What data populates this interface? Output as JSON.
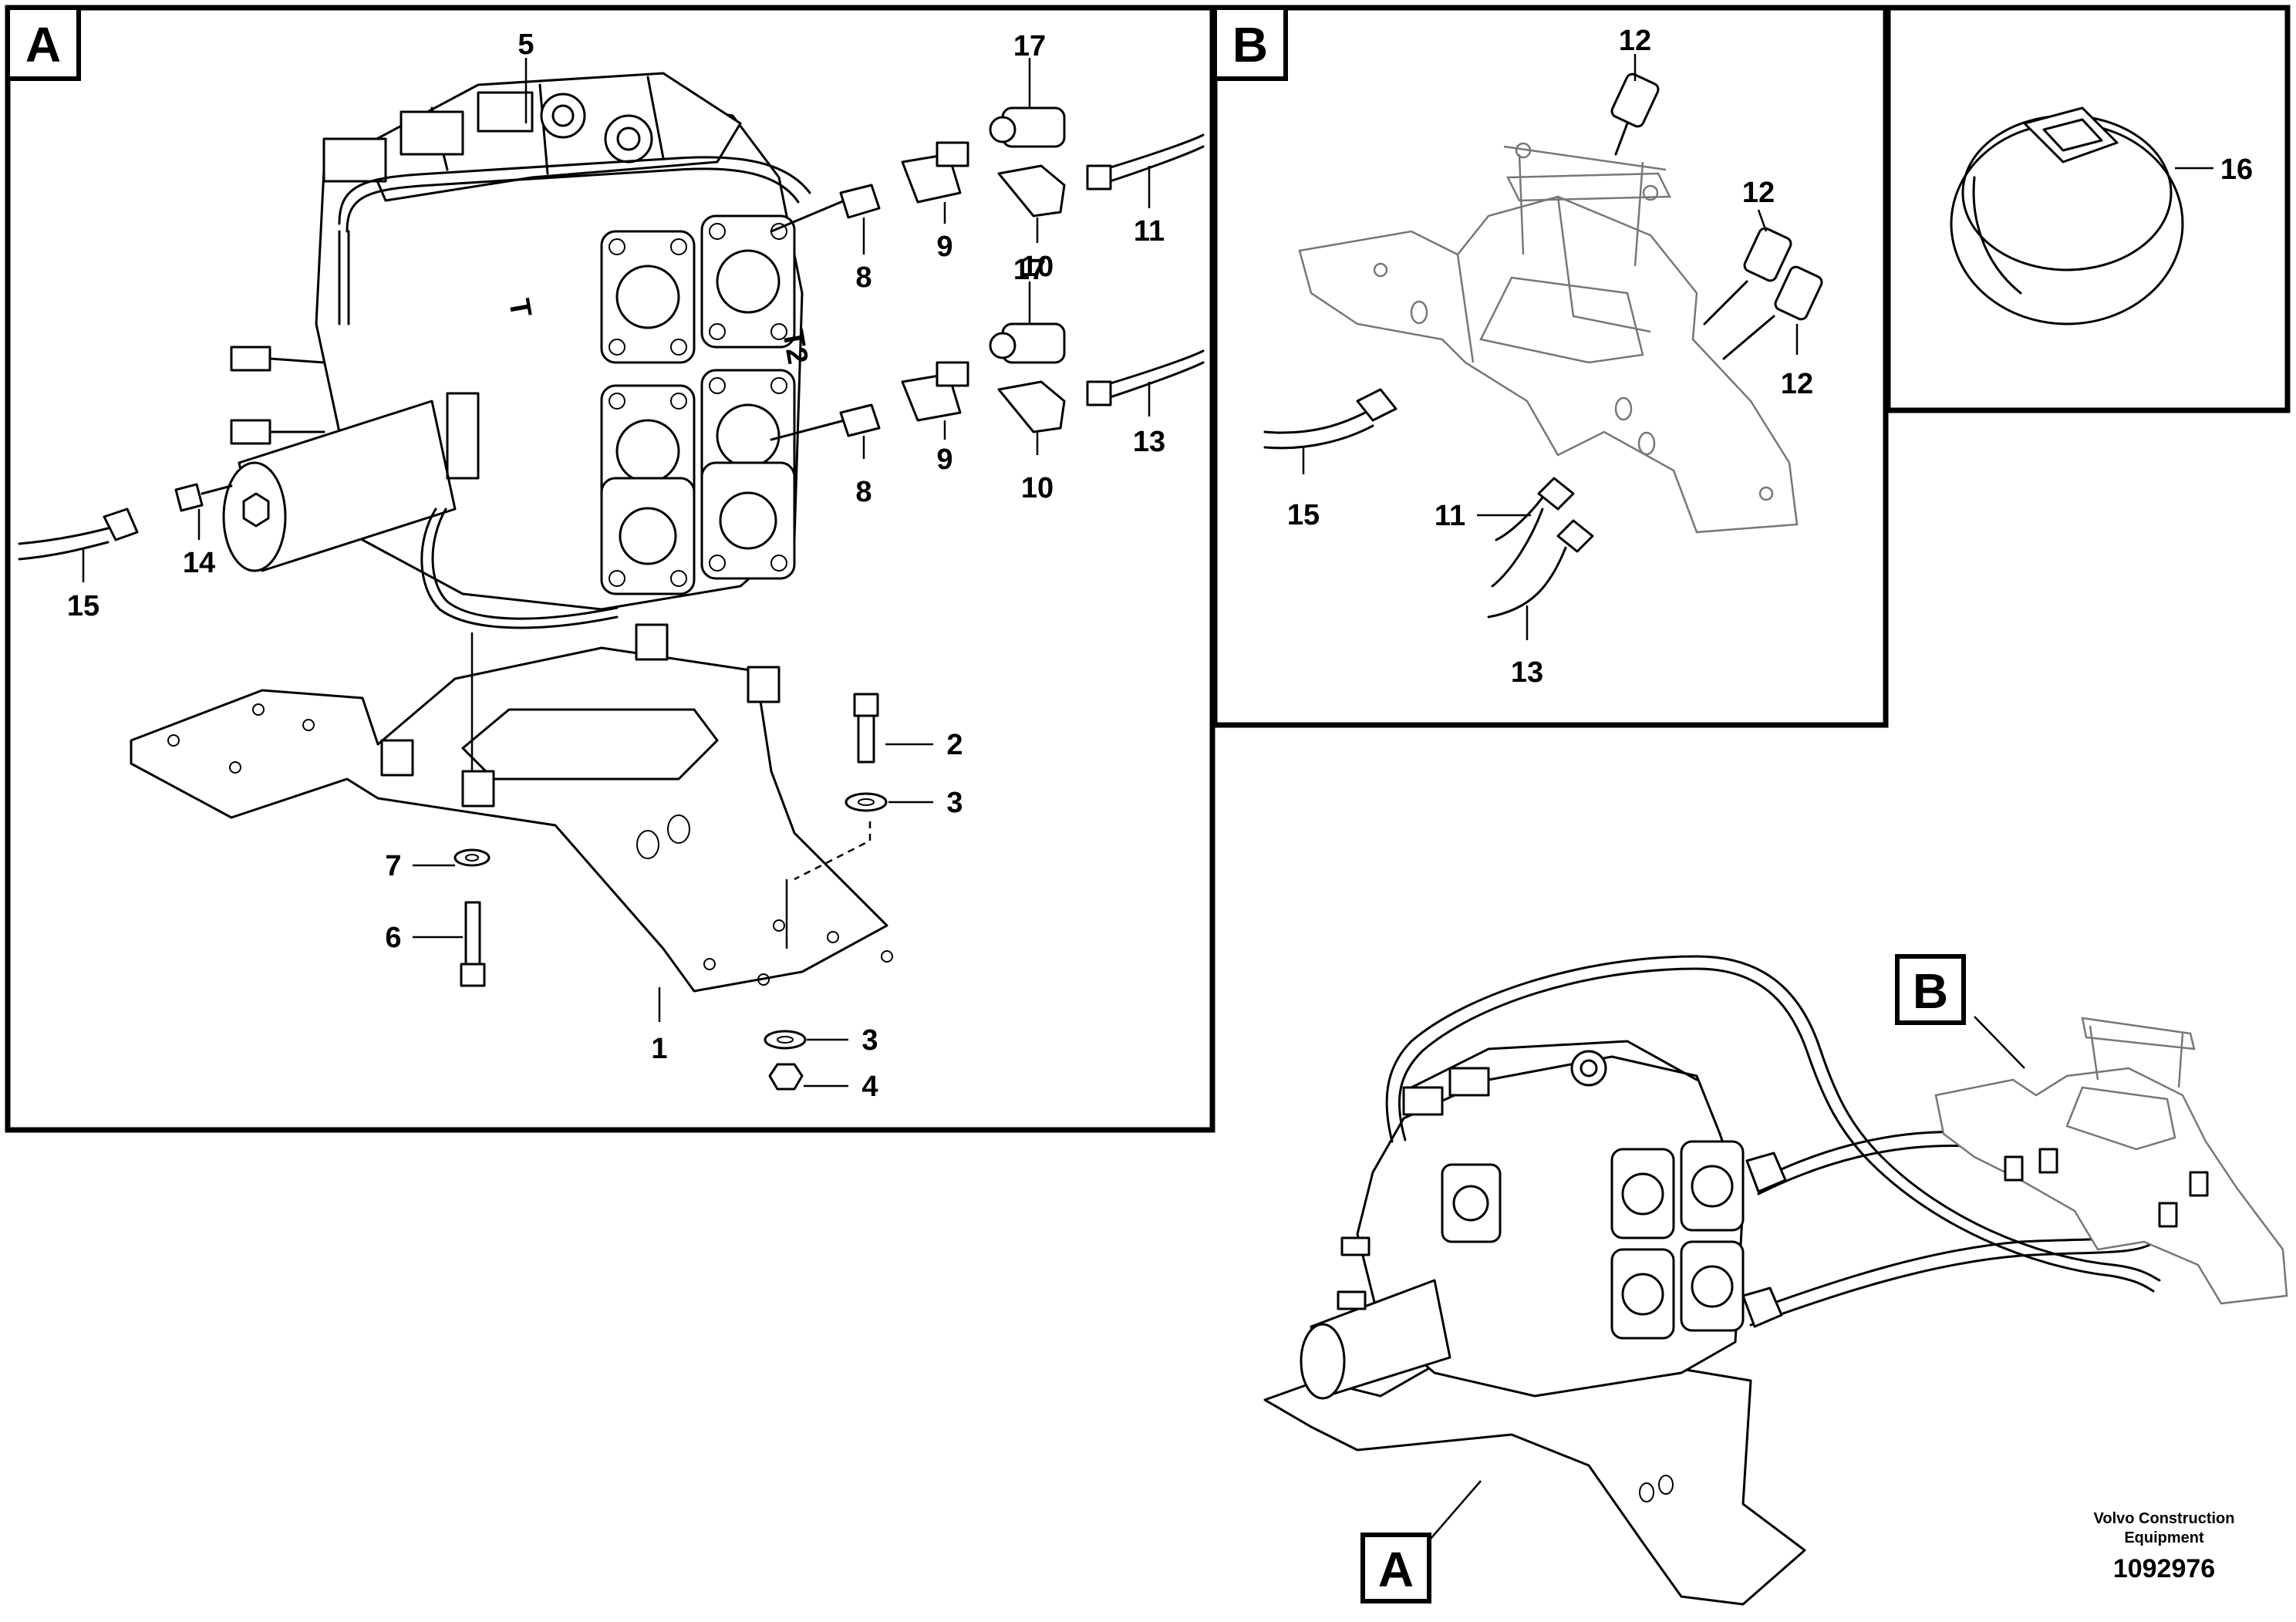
{
  "panels": {
    "A": {
      "label": "A"
    },
    "B": {
      "label": "B"
    }
  },
  "overview": {
    "tag_a": "A",
    "tag_b": "B"
  },
  "callouts_a": {
    "p1": "1",
    "p2": "2",
    "p3a": "3",
    "p3b": "3",
    "p4": "4",
    "p5": "5",
    "p6": "6",
    "p7": "7",
    "p8a": "8",
    "p8b": "8",
    "p9a": "9",
    "p9b": "9",
    "p10a": "10",
    "p10b": "10",
    "p11": "11",
    "p13": "13",
    "p14": "14",
    "p15": "15",
    "p17a": "17",
    "p17b": "17"
  },
  "callouts_b": {
    "p12a": "12",
    "p12b": "12",
    "p12c": "12",
    "p11": "11",
    "p13": "13",
    "p15": "15"
  },
  "callout_clamp": {
    "p16": "16"
  },
  "valve_markings": {
    "port_t": "T",
    "port_t2": "T2"
  },
  "footer": {
    "credit_line1": "Volvo Construction",
    "credit_line2": "Equipment",
    "doc_number": "1092976"
  }
}
